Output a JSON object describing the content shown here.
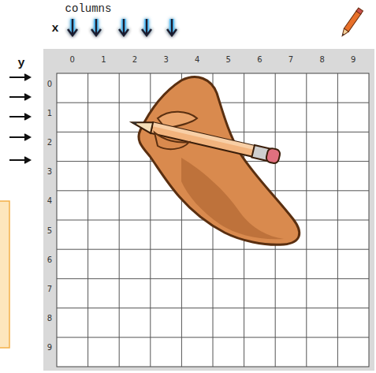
{
  "diagram": {
    "labels": [
      "columns",
      "x",
      "y",
      "0",
      "1",
      "2",
      "3",
      "4",
      "5",
      "6",
      "7",
      "8",
      "9",
      "0",
      "1",
      "2",
      "3",
      "4",
      "5",
      "6",
      "7",
      "8",
      "9"
    ]
  }
}
